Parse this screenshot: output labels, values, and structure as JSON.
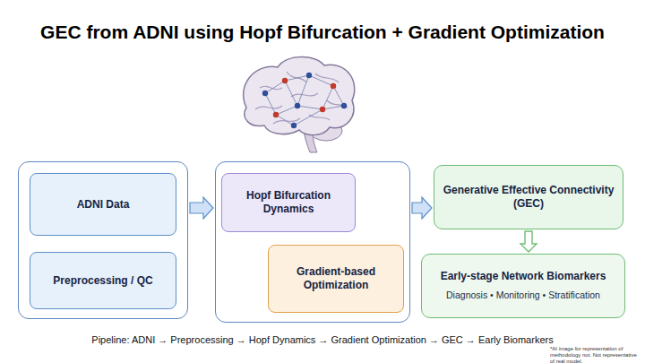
{
  "diagram": {
    "title": "GEC from ADNI using Hopf Bifurcation + Gradient Optimization",
    "caption": "Pipeline: ADNI → Preprocessing → Hopf Dynamics → Gradient Optimization → GEC → Early Biomarkers",
    "nodes": [
      {
        "text": []
      },
      {
        "text": [
          "ADNI Data"
        ],
        "in": 0
      },
      {
        "text": [
          "Preprocessing / QC"
        ],
        "in": 0
      },
      {
        "text": []
      },
      {
        "text": [
          "Hopf Bifurcation Dynamics"
        ],
        "in": 3
      },
      {
        "text": [
          "Gradient-based Optimization"
        ],
        "in": 3
      },
      {
        "text": [
          "Generative Effective Connectivity (GEC)"
        ]
      },
      {
        "text": [
          "Early-stage Network Biomarkers",
          "Diagnosis • Monitoring • Stratification"
        ]
      }
    ],
    "edges": [
      {
        "from": 1,
        "to": 2,
        "arrow": "to"
      },
      {
        "from": 0,
        "to": 3,
        "arrow": "to"
      },
      {
        "from": 3,
        "to": 6,
        "arrow": "to"
      },
      {
        "from": 6,
        "to": 7,
        "arrow": "to"
      }
    ],
    "labels": [
      "*AI image for representation of methodology not. Not representative of real model."
    ]
  }
}
